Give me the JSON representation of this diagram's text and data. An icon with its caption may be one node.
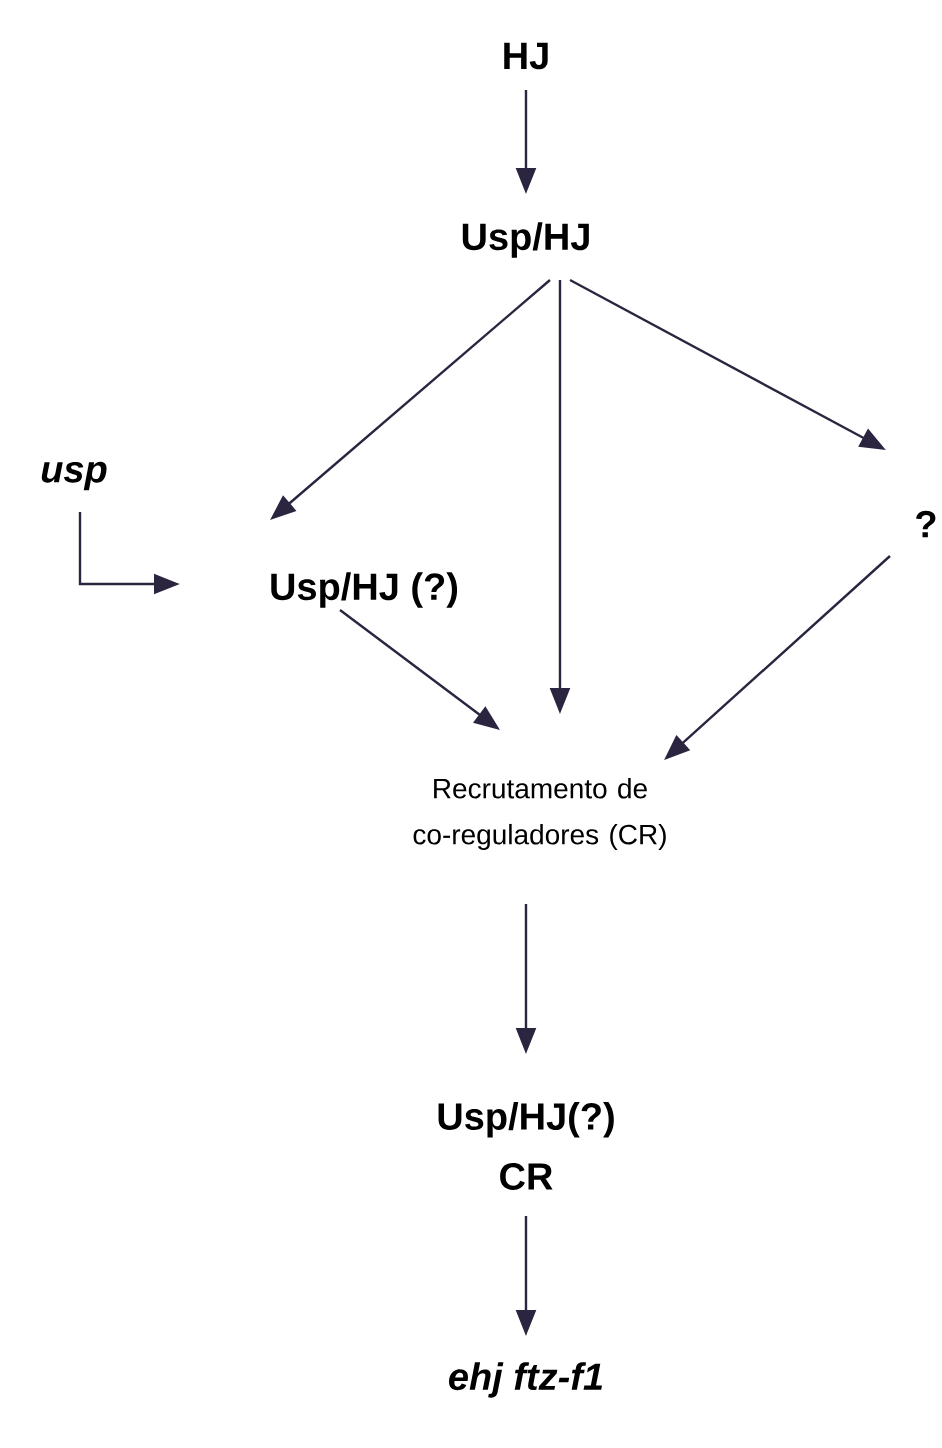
{
  "diagram": {
    "nodes": [
      {
        "text": [
          "HJ"
        ]
      },
      {
        "text": [
          "Usp/HJ"
        ]
      },
      {
        "text": [
          "usp"
        ]
      },
      {
        "text": [
          "Usp/HJ (?)"
        ]
      },
      {
        "text": [
          "?"
        ]
      },
      {
        "text": [
          "Recrutamento de co-reguladores (CR)"
        ]
      },
      {
        "text": [
          "Usp/HJ(?) CR"
        ]
      },
      {
        "text": [
          "ehj ftz-f1"
        ]
      }
    ],
    "edges": [
      {
        "from": 0,
        "to": 1,
        "arrow": "to"
      },
      {
        "from": 1,
        "to": 3,
        "arrow": "to"
      },
      {
        "from": 1,
        "to": 5,
        "arrow": "to"
      },
      {
        "from": 1,
        "to": 4,
        "arrow": "to"
      },
      {
        "from": 2,
        "to": 3,
        "arrow": "to"
      },
      {
        "from": 3,
        "to": 5,
        "arrow": "to"
      },
      {
        "from": 4,
        "to": 5,
        "arrow": "to"
      },
      {
        "from": 5,
        "to": 6,
        "arrow": "to"
      },
      {
        "from": 6,
        "to": 7,
        "arrow": "to"
      }
    ]
  }
}
